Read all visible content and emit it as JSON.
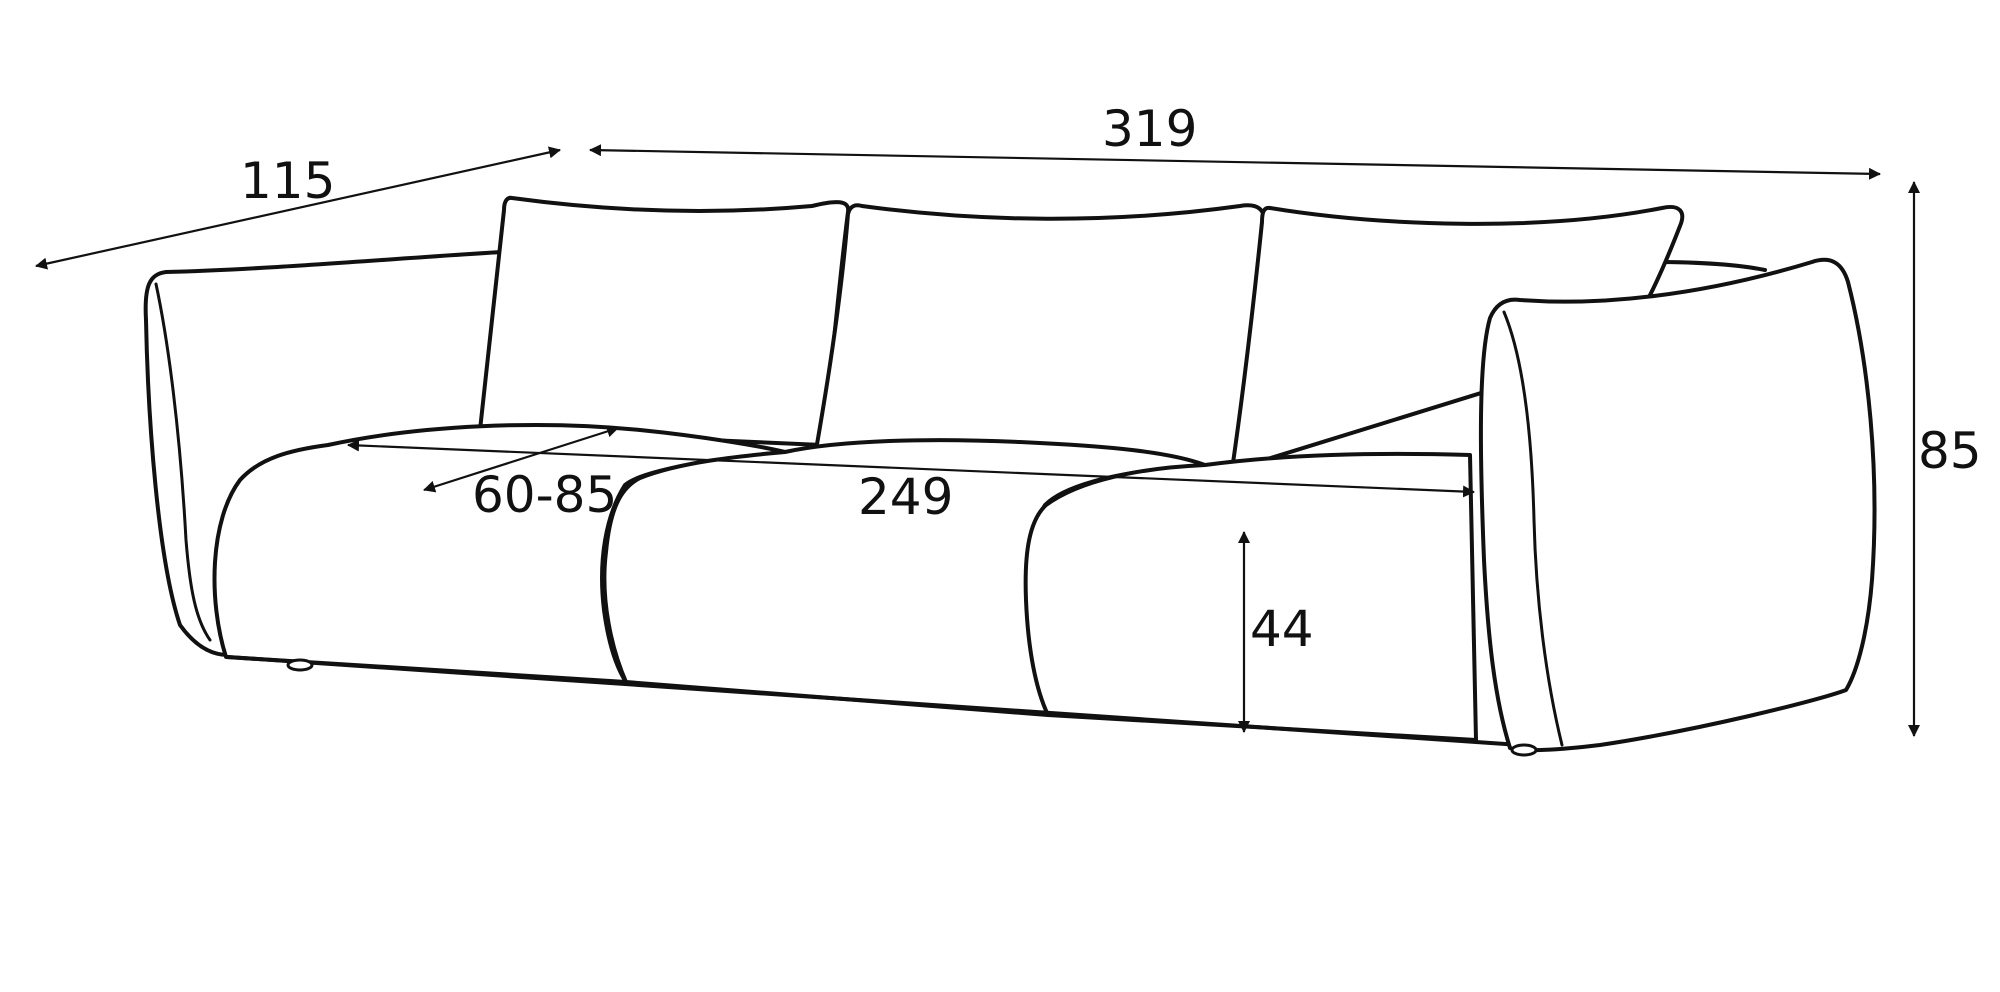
{
  "dimensions": {
    "depth": "115",
    "width": "319",
    "height": "85",
    "seat_width": "249",
    "seat_depth": "60-85",
    "seat_height": "44"
  },
  "colors": {
    "line": "#111111",
    "background": "#ffffff"
  }
}
